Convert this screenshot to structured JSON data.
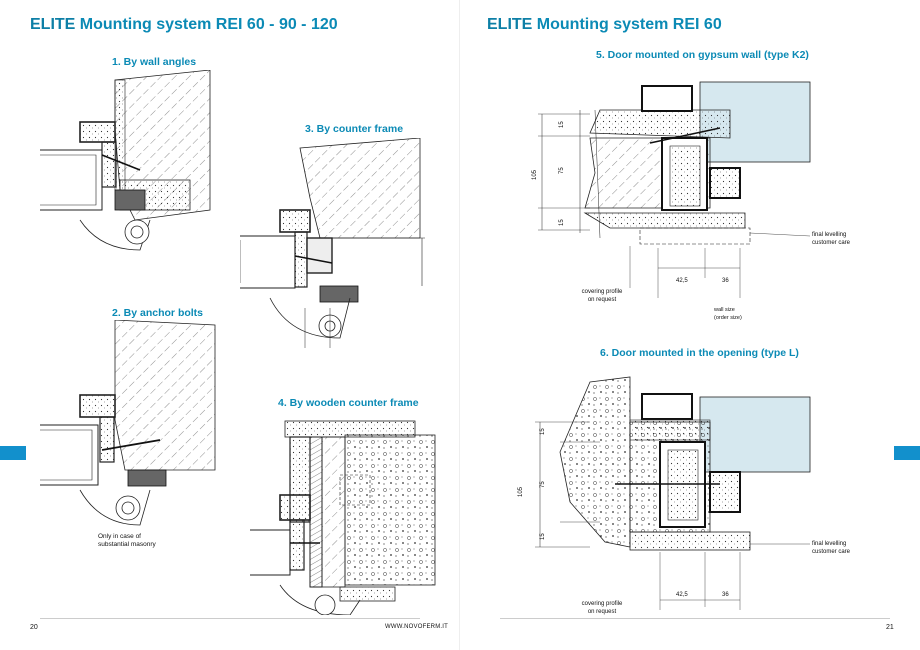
{
  "left_page": {
    "title_brand": "ELITE",
    "title_rest": "Mounting system REI 60 - 90 - 120",
    "sections": {
      "s1": "1. By wall angles",
      "s2": "2. By anchor bolts",
      "s3": "3. By counter frame",
      "s4": "4. By wooden counter frame"
    },
    "note": "Only in case of substantial masonry",
    "page_number": "20"
  },
  "right_page": {
    "title_brand": "ELITE",
    "title_rest": "Mounting system REI 60",
    "sections": {
      "s5": "5. Door mounted on gypsum wall (type K2)",
      "s6": "6. Door mounted in the opening  (type L)"
    },
    "k2": {
      "dim_total": "105",
      "dim_top": "15",
      "dim_mid": "75",
      "dim_bottom": "15",
      "dim_a": "42,5",
      "dim_b": "36",
      "label_covering": "covering profile\non request",
      "label_levelling": "final levelling\ncustomer care",
      "label_wall_size": "wall size\n(order size)"
    },
    "l": {
      "dim_total": "105",
      "dim_top": "15",
      "dim_mid": "75",
      "dim_bottom": "15",
      "dim_a": "42,5",
      "dim_b": "36",
      "label_covering": "covering profile\non request",
      "label_levelling": "final levelling\ncustomer care"
    },
    "page_number": "21"
  },
  "footer": {
    "website": "WWW.NOVOFERM.IT"
  },
  "colors": {
    "brand_blue": "#0b8ab5",
    "tab_blue": "#1290cc",
    "glass": "#d6e8ef"
  }
}
